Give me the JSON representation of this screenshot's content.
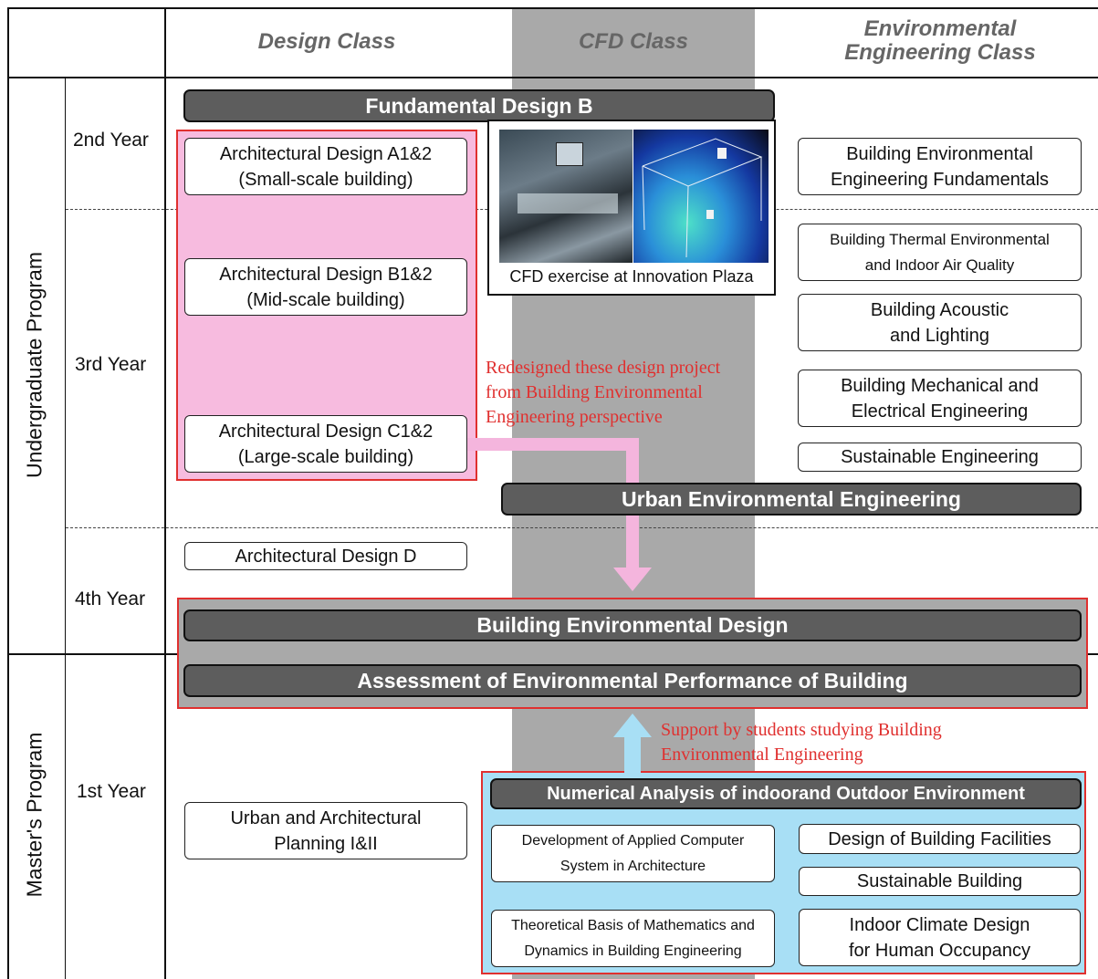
{
  "columns": {
    "design": "Design Class",
    "cfd": "CFD Class",
    "env": "Environmental\nEngineering Class"
  },
  "programs": {
    "undergraduate": "Undergraduate Program",
    "masters": "Master's Program"
  },
  "years": {
    "y2": "2nd Year",
    "y3": "3rd Year",
    "y4": "4th Year",
    "m1": "1st Year"
  },
  "design_courses": {
    "a": "Architectural Design A1&2\n(Small-scale building)",
    "b": "Architectural Design B1&2\n(Mid-scale building)",
    "c": "Architectural Design C1&2\n(Large-scale building)",
    "d": "Architectural Design D",
    "planning": "Urban and Architectural\nPlanning I&II"
  },
  "env_courses": {
    "fundamentals": "Building Environmental\nEngineering Fundamentals",
    "thermal": "Building Thermal Environmental\nand Indoor Air Quality",
    "acoustic": "Building Acoustic\nand Lighting",
    "mechanical": "Building Mechanical and\nElectrical Engineering",
    "sustainable_eng": "Sustainable Engineering"
  },
  "bars": {
    "fundamental_design": "Fundamental Design B",
    "urban_env": "Urban Environmental Engineering",
    "building_env_design": "Building Environmental Design",
    "assessment": "Assessment of Environmental Performance of Building",
    "numerical": "Numerical Analysis of indoorand Outdoor Environment"
  },
  "photo_caption": "CFD exercise at Innovation Plaza",
  "annotations": {
    "redesigned": "Redesigned these design project\nfrom Building Environmental\nEngineering perspective",
    "support": "Support by students studying Building\nEnvironmental Engineering"
  },
  "masters_courses": {
    "dev_computer": "Development of Applied Computer\nSystem in Architecture",
    "theoretical": "Theoretical Basis of Mathematics and\nDynamics in Building Engineering",
    "facilities": "Design of Building Facilities",
    "sustainable_building": "Sustainable Building",
    "indoor_climate": "Indoor Climate Design\nfor Human Occupancy"
  },
  "colors": {
    "cfd_band": "#a9a9a9",
    "dark_bar": "#5d5d5d",
    "pink_region": "#f7bbdf",
    "blue_region": "#a8dff5",
    "red_outline": "#e0302f",
    "pink_arrow": "#f4b5dd",
    "blue_arrow": "#a8dff5"
  }
}
